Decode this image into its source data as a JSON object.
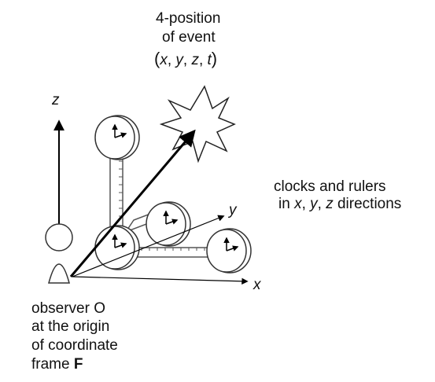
{
  "event": {
    "line1": "4-position",
    "line2": "of event",
    "coords_open": "(",
    "coords_x": "x",
    "coords_y": "y",
    "coords_z": "z",
    "coords_t": "t",
    "coords_sep": ",",
    "coords_close": ")"
  },
  "axes": {
    "x": "x",
    "y": "y",
    "z": "z"
  },
  "clocks_note": {
    "line1": "clocks and rulers",
    "line2_prefix": "in ",
    "line2_x": "x",
    "line2_sep1": ", ",
    "line2_y": "y",
    "line2_sep2": ", ",
    "line2_z": "z",
    "line2_suffix": " directions"
  },
  "observer": {
    "line1": "observer O",
    "line2": "at the origin",
    "line3": "of coordinate",
    "line4_prefix": "frame ",
    "line4_frame": "F"
  }
}
